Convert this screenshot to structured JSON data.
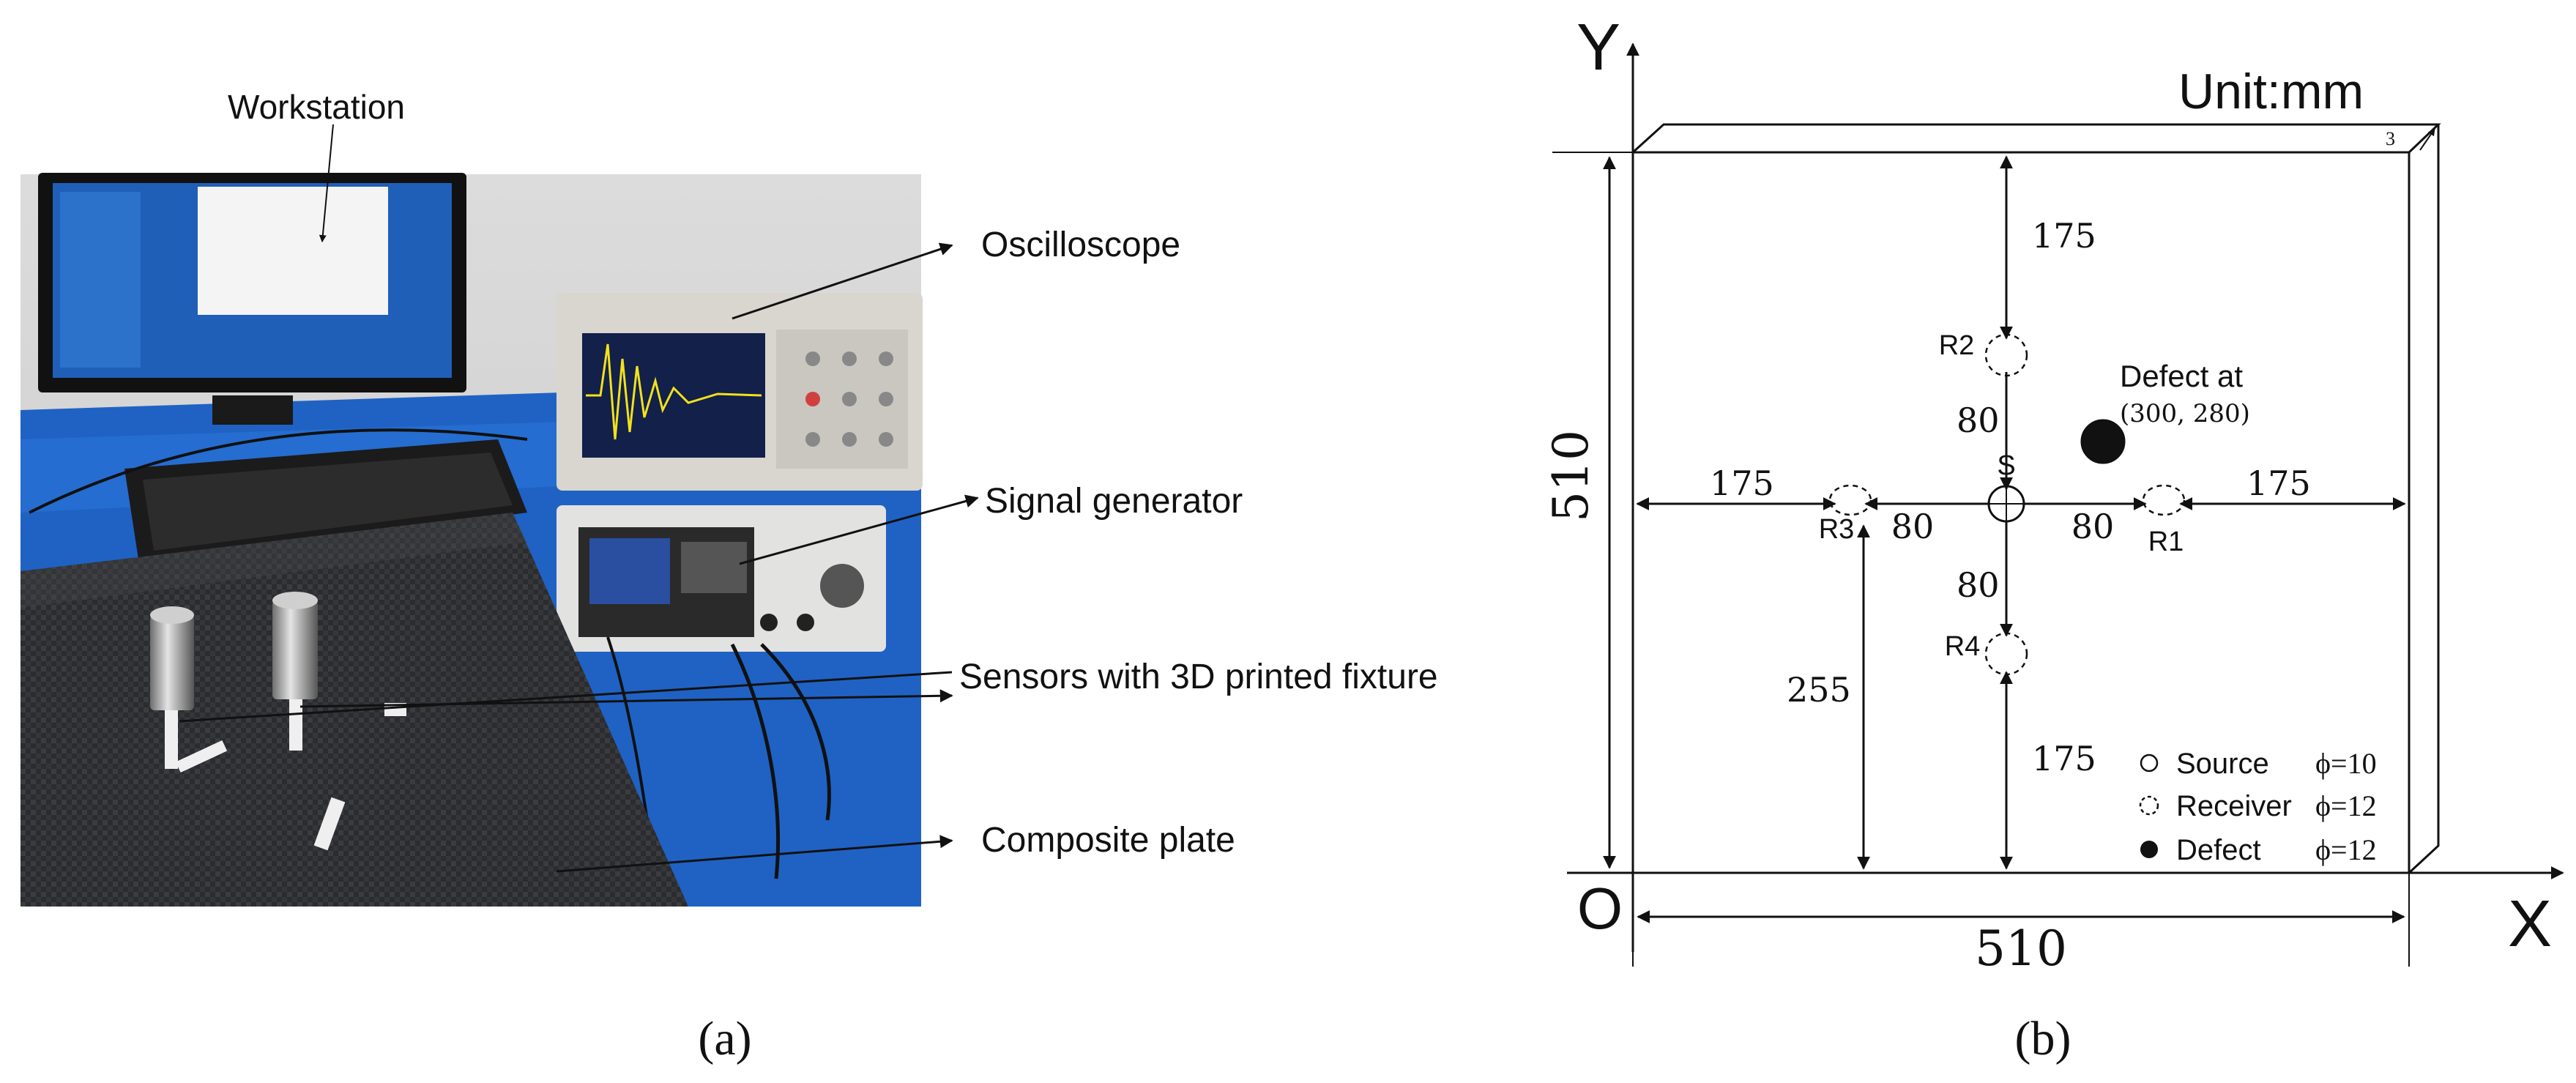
{
  "panel_a": {
    "caption": "(a)",
    "labels": {
      "workstation": "Workstation",
      "oscilloscope": "Oscilloscope",
      "signal_generator": "Signal generator",
      "sensors": "Sensors with 3D printed fixture",
      "composite_plate": "Composite plate"
    }
  },
  "panel_b": {
    "caption": "(b)",
    "axis_x": "X",
    "axis_y": "Y",
    "origin": "O",
    "unit": "Unit:mm",
    "thickness": "3",
    "dims": {
      "width_bottom": "510",
      "height_left": "510",
      "top_to_r2": "175",
      "r2_to_s": "80",
      "s_to_r4": "80",
      "r4_to_bottom": "175",
      "left_to_r3": "175",
      "r3_to_s": "80",
      "s_to_r1": "80",
      "r1_to_right": "175",
      "r3_height": "255"
    },
    "sensor_labels": {
      "source": "S",
      "r1": "R1",
      "r2": "R2",
      "r3": "R3",
      "r4": "R4"
    },
    "defect": {
      "label": "Defect at",
      "coords": "(300, 280)"
    },
    "legend": [
      {
        "name": "Source",
        "spec": "ϕ=10"
      },
      {
        "name": "Receiver",
        "spec": "ϕ=12"
      },
      {
        "name": "Defect",
        "spec": "ϕ=12"
      }
    ]
  }
}
